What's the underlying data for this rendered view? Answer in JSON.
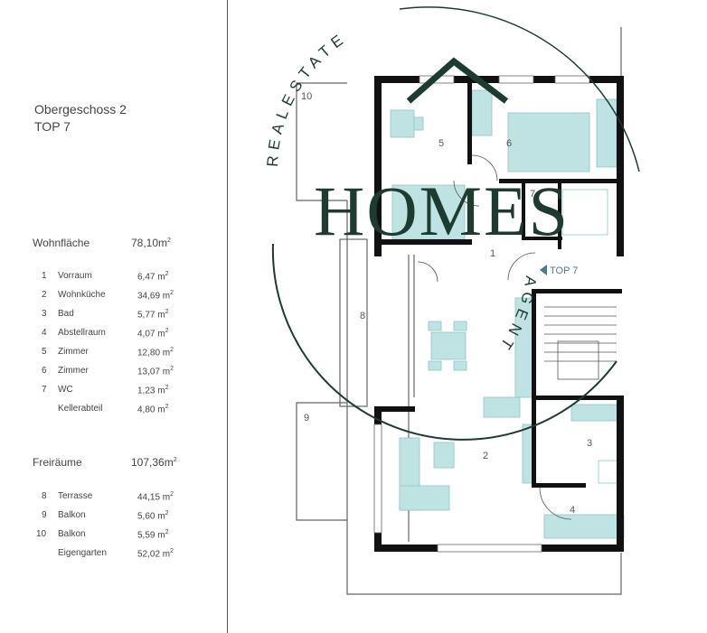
{
  "header": {
    "floor": "Obergeschoss 2",
    "unit": "TOP 7"
  },
  "living_area": {
    "label": "Wohnfläche",
    "value": "78,10m",
    "rooms": [
      {
        "num": "1",
        "name": "Vorraum",
        "value": "6,47 m"
      },
      {
        "num": "2",
        "name": "Wohnküche",
        "value": "34,69 m"
      },
      {
        "num": "3",
        "name": "Bad",
        "value": "5,77 m"
      },
      {
        "num": "4",
        "name": "Abstellraum",
        "value": "4,07 m"
      },
      {
        "num": "5",
        "name": "Zimmer",
        "value": "12,80 m"
      },
      {
        "num": "6",
        "name": "Zimmer",
        "value": "13,07 m"
      },
      {
        "num": "7",
        "name": "WC",
        "value": "1,23  m"
      },
      {
        "num": "",
        "name": "Kellerabteil",
        "value": "4,80  m"
      }
    ]
  },
  "outdoor_area": {
    "label": "Freiräume",
    "value": "107,36m",
    "rooms": [
      {
        "num": "8",
        "name": "Terrasse",
        "value": "44,15 m"
      },
      {
        "num": "9",
        "name": "Balkon",
        "value": "5,60  m"
      },
      {
        "num": "10",
        "name": "Balkon",
        "value": "5,59  m"
      },
      {
        "num": "",
        "name": "Eigengarten",
        "value": "52,02 m"
      }
    ]
  },
  "superscript": "2",
  "plan": {
    "room_numbers": [
      "1",
      "2",
      "3",
      "4",
      "5",
      "6",
      "7",
      "8",
      "9",
      "10"
    ],
    "unit_marker": "TOP 7"
  },
  "watermark": {
    "arc_top": "REALESTATE",
    "main": "HOMES",
    "arc_bottom": "AGENT"
  },
  "colors": {
    "wall": "#111111",
    "furniture": "#bfe3e3",
    "furniture_dark": "#9fd2d2",
    "outline": "#666666",
    "label": "#555555",
    "room_number_blue": "#4a7a8c",
    "watermark": "#1e3b30"
  }
}
